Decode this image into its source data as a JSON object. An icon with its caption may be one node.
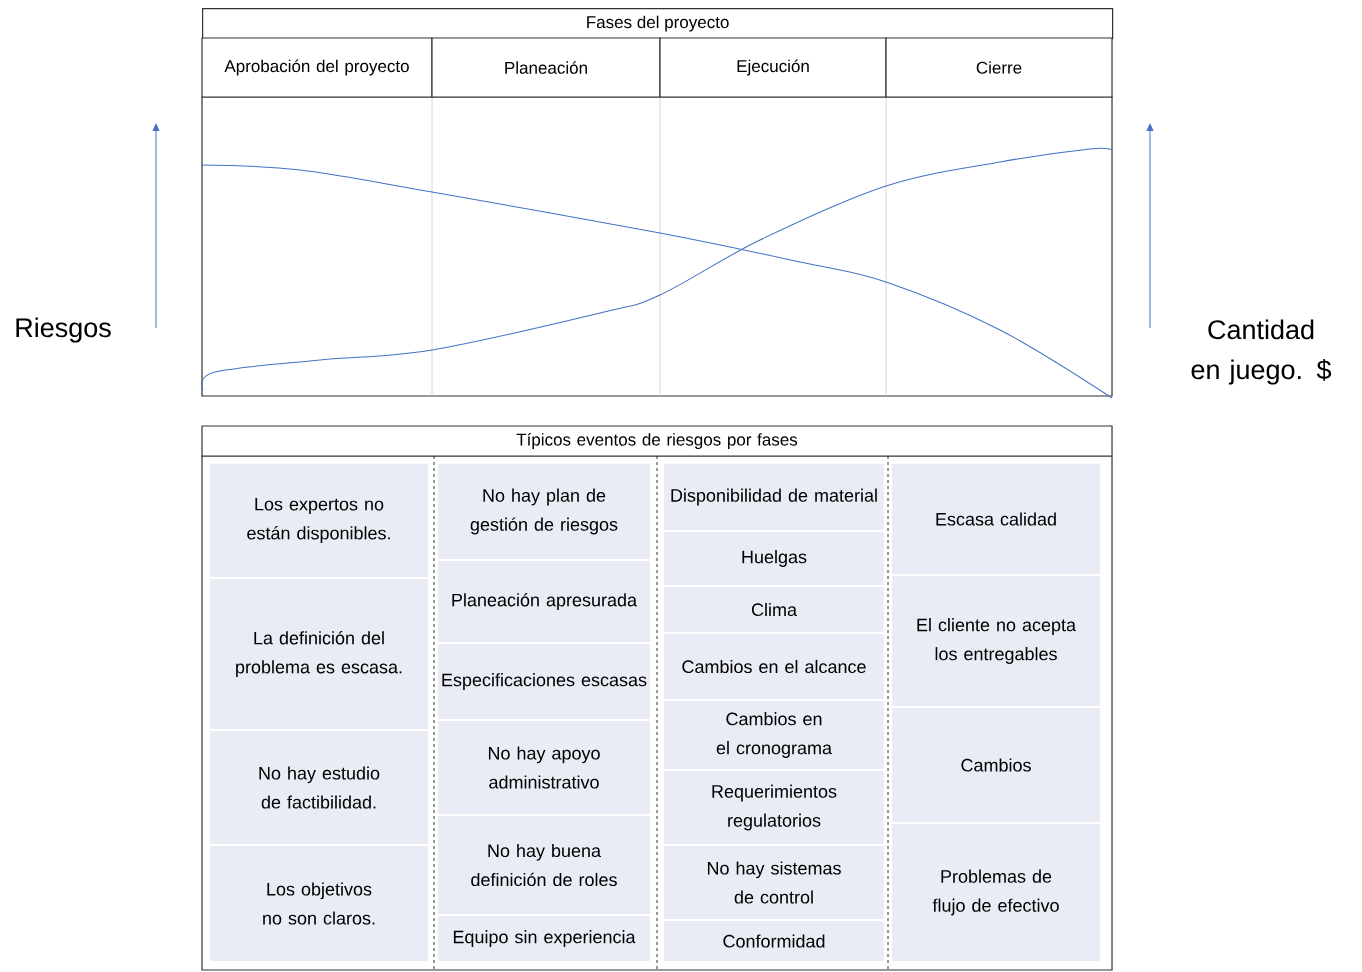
{
  "diagram": {
    "title": "Fases del proyecto",
    "nodes": [
      {
        "text": [
          "Aprobación del proyecto"
        ]
      },
      {
        "text": [
          "Planeación"
        ]
      },
      {
        "text": [
          "Ejecución"
        ]
      },
      {
        "text": [
          "Cierre"
        ]
      },
      {
        "text": [
          "Típicos eventos de riesgos por fases"
        ]
      },
      {
        "text": [
          "Los expertos no están disponibles."
        ]
      },
      {
        "text": [
          "La definición del problema es escasa."
        ]
      },
      {
        "text": [
          "No hay estudio de factibilidad."
        ]
      },
      {
        "text": [
          "Los objetivos no son claros."
        ]
      },
      {
        "text": [
          "No hay plan de gestión de riesgos"
        ]
      },
      {
        "text": [
          "Planeación apresurada"
        ]
      },
      {
        "text": [
          "Especificaciones escasas"
        ]
      },
      {
        "text": [
          "No hay apoyo administrativo"
        ]
      },
      {
        "text": [
          "No hay buena definición de roles"
        ]
      },
      {
        "text": [
          "Equipo sin experiencia"
        ]
      },
      {
        "text": [
          "Disponibilidad de material"
        ]
      },
      {
        "text": [
          "Huelgas"
        ]
      },
      {
        "text": [
          "Clima"
        ]
      },
      {
        "text": [
          "Cambios en el alcance"
        ]
      },
      {
        "text": [
          "Cambios en el cronograma"
        ]
      },
      {
        "text": [
          "Requerimientos regulatorios"
        ]
      },
      {
        "text": [
          "No hay sistemas de control"
        ]
      },
      {
        "text": [
          "Conformidad"
        ]
      },
      {
        "text": [
          "Escasa calidad"
        ]
      },
      {
        "text": [
          "El cliente no acepta los entregables"
        ]
      },
      {
        "text": [
          "Cambios"
        ]
      },
      {
        "text": [
          "Problemas de flujo de efectivo"
        ]
      }
    ],
    "labels": [
      "Riesgos",
      "Cantidad en juego. $"
    ]
  }
}
